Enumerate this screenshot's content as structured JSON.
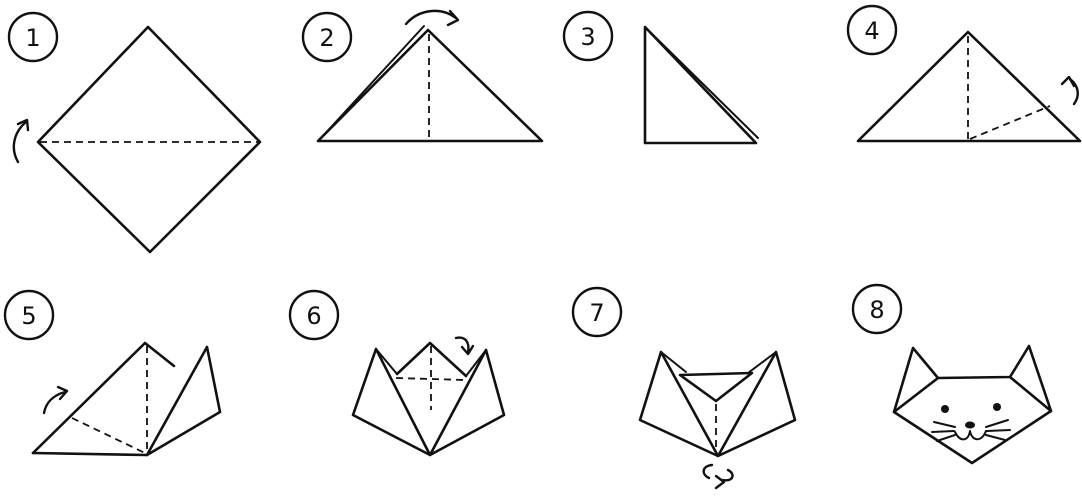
{
  "steps": [
    {
      "number": "1"
    },
    {
      "number": "2"
    },
    {
      "number": "3"
    },
    {
      "number": "4"
    },
    {
      "number": "5"
    },
    {
      "number": "6"
    },
    {
      "number": "7"
    },
    {
      "number": "8"
    }
  ]
}
